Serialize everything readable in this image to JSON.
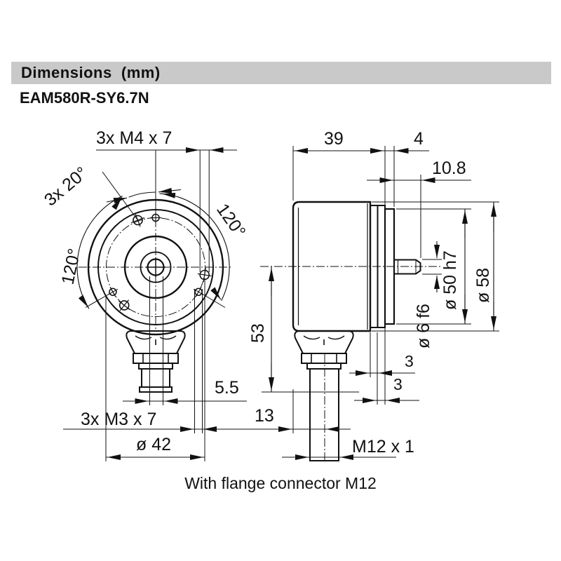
{
  "header": {
    "title": "Dimensions  (mm)",
    "model": "EAM580R-SY6.7N"
  },
  "caption": "With flange connector M12",
  "colors": {
    "header_bg": "#c9c9c9",
    "line": "#111111",
    "background": "#ffffff"
  },
  "front_view": {
    "screws_m4": "3x M4 x 7",
    "angle_pitch": "3x 20°",
    "angle_left": "120°",
    "angle_right": "120°",
    "screws_m3": "3x M3 x 7",
    "bolt_circle": "ø 42",
    "key_width": "5.5"
  },
  "side_view": {
    "body_depth": "39",
    "flange_depth": "4",
    "shaft_length": "10.8",
    "pilot_dia": "ø 50 h7",
    "body_dia": "ø 58",
    "shaft_dia": "ø 6 f6",
    "conn_height": "53",
    "conn_offset": "13",
    "ring1": "3",
    "ring2": "3",
    "thread": "M12 x 1"
  }
}
